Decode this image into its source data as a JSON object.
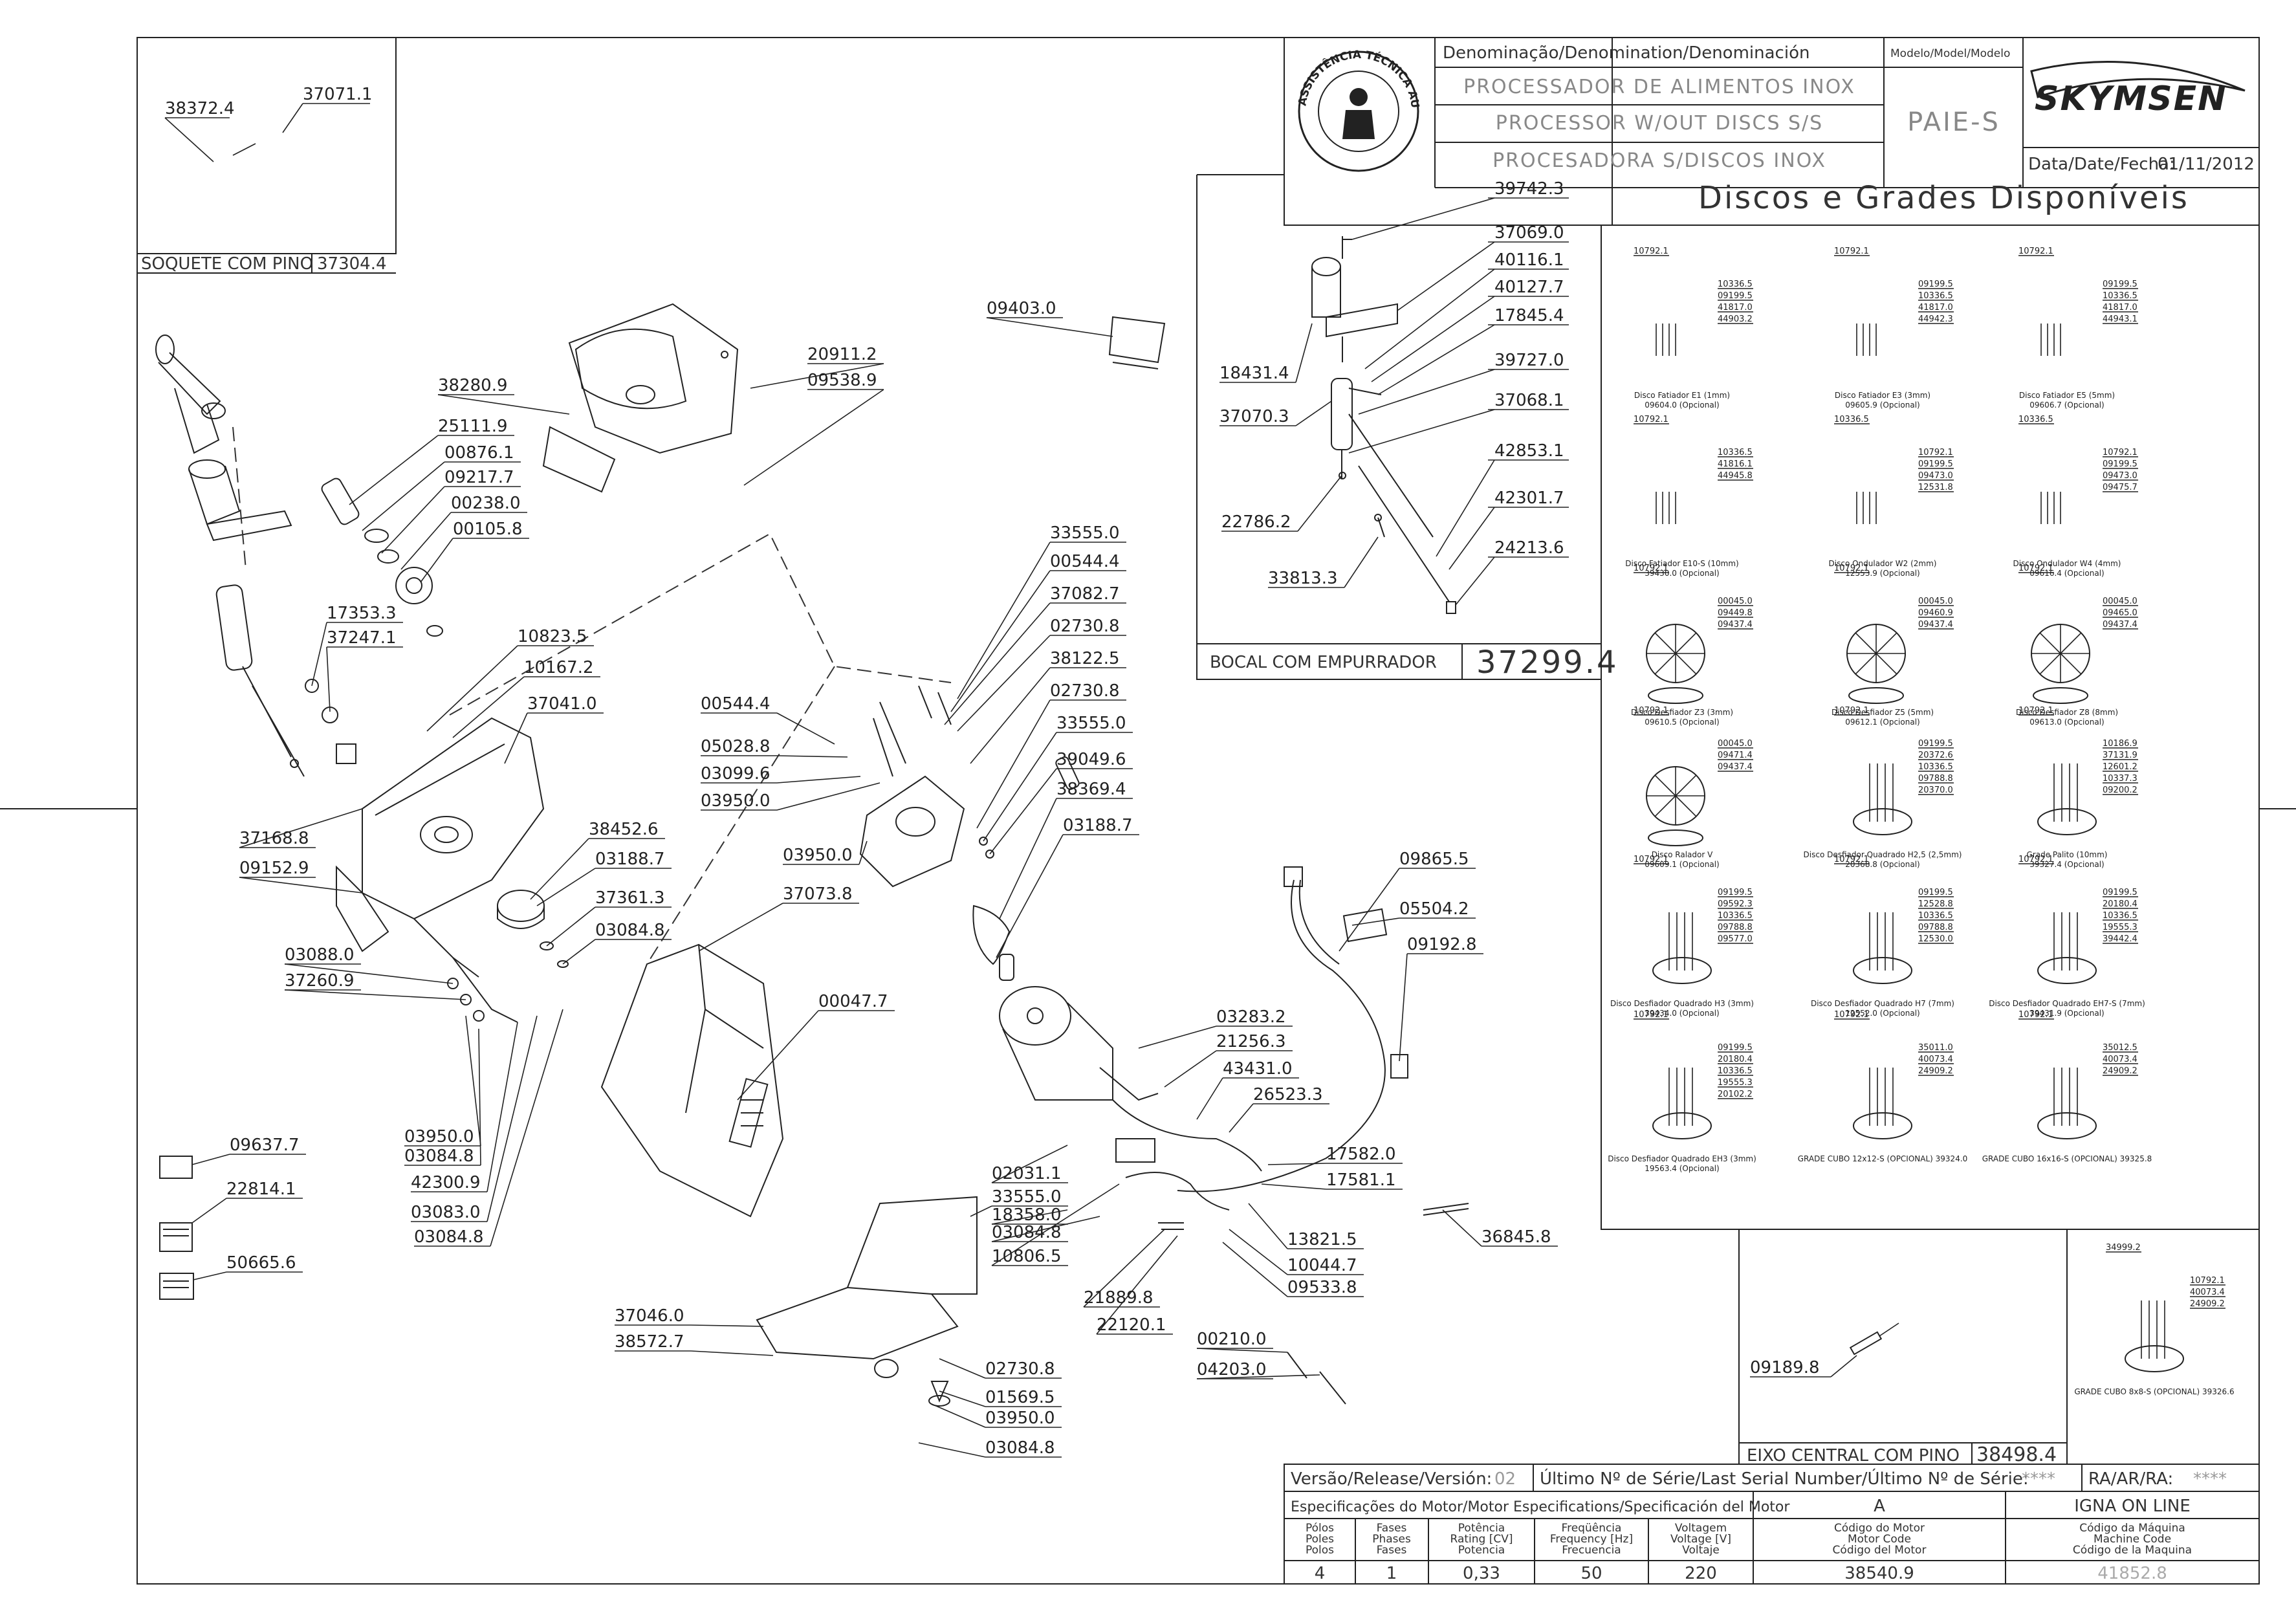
{
  "title_block": {
    "denomination_header": "Denominação/Denomination/Denominación",
    "model_header": "Modelo/Model/Modelo",
    "name_pt": "PROCESSADOR DE ALIMENTOS INOX",
    "name_en": "PROCESSOR W/OUT DISCS S/S",
    "name_es": "PROCESADORA S/DISCOS INOX",
    "model": "PAIE-S",
    "brand": "SKYMSEN",
    "date_label": "Data/Date/Fecha:",
    "date": "01/11/2012",
    "seal_text": "ASSISTÊNCIA TÉCNICA AUTORIZADA"
  },
  "socket_box": {
    "label": "SOQUETE COM PINO",
    "code": "37304.4",
    "parts": [
      "38372.4",
      "37071.1"
    ]
  },
  "nozzle_box": {
    "label": "BOCAL COM EMPURRADOR",
    "code": "37299.4",
    "parts_right": [
      "39742.3",
      "37069.0",
      "40116.1",
      "40127.7",
      "17845.4",
      "39727.0",
      "37068.1",
      "42853.1",
      "42301.7",
      "24213.6"
    ],
    "parts_left": [
      "18431.4",
      "37070.3",
      "22786.2",
      "33813.3"
    ]
  },
  "discs": {
    "title": "Discos e Grades Disponíveis",
    "items": [
      {
        "parts": [
          "10792.1",
          "10336.5",
          "09199.5",
          "41817.0",
          "44903.2"
        ],
        "caption": "Disco Fatiador E1 (1mm)",
        "code": "09604.0 (Opcional)"
      },
      {
        "parts": [
          "10792.1",
          "09199.5",
          "10336.5",
          "41817.0",
          "44942.3"
        ],
        "caption": "Disco Fatiador E3 (3mm)",
        "code": "09605.9 (Opcional)"
      },
      {
        "parts": [
          "10792.1",
          "09199.5",
          "10336.5",
          "41817.0",
          "44943.1"
        ],
        "caption": "Disco Fatiador E5 (5mm)",
        "code": "09606.7 (Opcional)"
      },
      {
        "parts": [
          "10792.1",
          "10336.5",
          "41816.1",
          "44945.8"
        ],
        "caption": "Disco Fatiador E10-S (10mm)",
        "code": "39430.0 (Opcional)"
      },
      {
        "parts": [
          "10336.5",
          "10792.1",
          "09199.5",
          "09473.0",
          "12531.8"
        ],
        "caption": "Disco Ondulador W2 (2mm)",
        "code": "12553.9 (Opcional)"
      },
      {
        "parts": [
          "10336.5",
          "10792.1",
          "09199.5",
          "09473.0",
          "09475.7"
        ],
        "caption": "Disco Ondulador W4 (4mm)",
        "code": "09616.4 (Opcional)"
      },
      {
        "parts": [
          "10792.1",
          "00045.0",
          "09449.8",
          "09437.4"
        ],
        "caption": "Disco Desfiador Z3 (3mm)",
        "code": "09610.5 (Opcional)"
      },
      {
        "parts": [
          "10792.1",
          "00045.0",
          "09460.9",
          "09437.4"
        ],
        "caption": "Disco Desfiador Z5 (5mm)",
        "code": "09612.1 (Opcional)"
      },
      {
        "parts": [
          "10792.1",
          "00045.0",
          "09465.0",
          "09437.4"
        ],
        "caption": "Disco Desfiador Z8 (8mm)",
        "code": "09613.0 (Opcional)"
      },
      {
        "parts": [
          "10792.1",
          "00045.0",
          "09471.4",
          "09437.4"
        ],
        "caption": "Disco Ralador V",
        "code": "09609.1 (Opcional)"
      },
      {
        "parts": [
          "10792.1",
          "09199.5",
          "20372.6",
          "10336.5",
          "09788.8",
          "20370.0"
        ],
        "caption": "Disco Desfiador Quadrado H2,5 (2,5mm)",
        "code": "20368.8 (Opcional)"
      },
      {
        "parts": [
          "10792.1",
          "10186.9",
          "37131.9",
          "12601.2",
          "10337.3",
          "09200.2"
        ],
        "caption": "Grade Palito (10mm)",
        "code": "39327.4 (Opcional)"
      },
      {
        "parts": [
          "10792.1",
          "09199.5",
          "09592.3",
          "10336.5",
          "09788.8",
          "09577.0"
        ],
        "caption": "Disco Desfiador Quadrado H3 (3mm)",
        "code": "39434.0 (Opcional)"
      },
      {
        "parts": [
          "10792.1",
          "09199.5",
          "12528.8",
          "10336.5",
          "09788.8",
          "12530.0"
        ],
        "caption": "Disco Desfiador Quadrado H7 (7mm)",
        "code": "12552.0 (Opcional)"
      },
      {
        "parts": [
          "10792.1",
          "09199.5",
          "20180.4",
          "10336.5",
          "19555.3",
          "39442.4"
        ],
        "caption": "Disco Desfiador Quadrado EH7-S (7mm)",
        "code": "39431.9 (Opcional)"
      },
      {
        "parts": [
          "10792.1",
          "09199.5",
          "20180.4",
          "10336.5",
          "19555.3",
          "20102.2"
        ],
        "caption": "Disco Desfiador Quadrado EH3 (3mm)",
        "code": "19563.4 (Opcional)"
      },
      {
        "parts": [
          "10792.1",
          "35011.0",
          "40073.4",
          "24909.2"
        ],
        "caption": "GRADE CUBO 12x12-S (OPCIONAL) 39324.0",
        "code": ""
      },
      {
        "parts": [
          "10792.1",
          "35012.5",
          "40073.4",
          "24909.2"
        ],
        "caption": "GRADE CUBO 16x16-S (OPCIONAL) 39325.8",
        "code": ""
      },
      {
        "parts": [
          "34999.2",
          "10792.1",
          "40073.4",
          "24909.2"
        ],
        "caption": "GRADE CUBO 8x8-S (OPCIONAL) 39326.6",
        "code": ""
      }
    ]
  },
  "shaft_box": {
    "label": "EIXO CENTRAL COM PINO",
    "code": "38498.4",
    "part": "09189.8"
  },
  "spec_block": {
    "version_label": "Versão/Release/Versión:",
    "version": "02",
    "serial_label": "Último Nº de Série/Last Serial Number/Último Nº de Série:",
    "serial": "****",
    "ra_label": "RA/AR/RA:",
    "ra": "****",
    "motor_spec_label": "Especificações do Motor/Motor Especifications/Specificación del Motor",
    "col_a": "A",
    "col_igna": "IGNA ON LINE",
    "headers": [
      "Pólos\nPoles\nPolos",
      "Fases\nPhases\nFases",
      "Potência\nRating [CV]\nPotencia",
      "Freqüência\nFrequency [Hz]\nFrecuencia",
      "Voltagem\nVoltage [V]\nVoltaje",
      "Código do Motor\nMotor Code\nCódigo del Motor",
      "Código da Máquina\nMachine Code\nCódigo de la Maquina"
    ],
    "values": [
      "4",
      "1",
      "0,33",
      "50",
      "220",
      "38540.9",
      "41852.8"
    ]
  },
  "main_parts": [
    "09403.0",
    "38280.9",
    "20911.2",
    "09538.9",
    "25111.9",
    "00876.1",
    "09217.7",
    "00238.0",
    "00105.8",
    "17353.3",
    "37247.1",
    "10823.5",
    "10167.2",
    "37041.0",
    "37168.8",
    "09152.9",
    "38452.6",
    "03188.7",
    "37361.3",
    "03084.8",
    "03088.0",
    "37260.9",
    "03950.0",
    "03084.8",
    "42300.9",
    "03083.0",
    "03084.8",
    "09637.7",
    "22814.1",
    "50665.6",
    "33555.0",
    "00544.4",
    "37082.7",
    "02730.8",
    "38122.5",
    "02730.8",
    "33555.0",
    "39049.6",
    "38369.4",
    "03188.7",
    "00544.4",
    "05028.8",
    "03099.6",
    "03950.0",
    "03950.0",
    "37073.8",
    "00047.7",
    "09865.5",
    "05504.2",
    "09192.8",
    "03283.2",
    "21256.3",
    "43431.0",
    "26523.3",
    "17582.0",
    "17581.1",
    "02031.1",
    "33555.0",
    "18358.0",
    "03084.8",
    "10806.5",
    "13821.5",
    "10044.7",
    "09533.8",
    "36845.8",
    "21889.8",
    "22120.1",
    "00210.0",
    "04203.0",
    "37046.0",
    "38572.7",
    "02730.8",
    "01569.5",
    "03950.0",
    "03084.8"
  ]
}
